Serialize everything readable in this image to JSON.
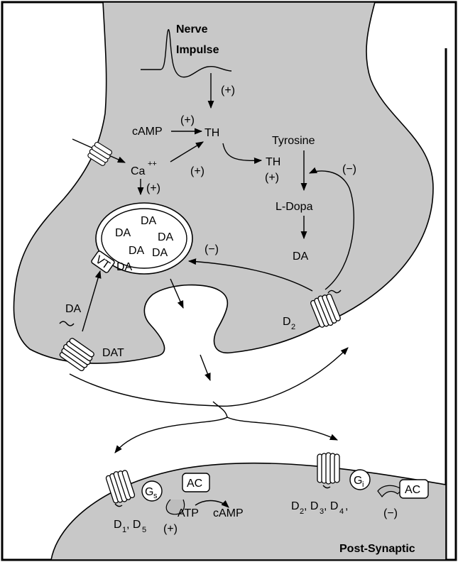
{
  "presynaptic": {
    "impulse_label_line1": "Nerve",
    "impulse_label_line2": "Impulse",
    "camp": "cAMP",
    "th_enzyme": "TH",
    "calcium": "Ca",
    "calcium_charge": "++",
    "tyrosine": "Tyrosine",
    "th_step": "TH",
    "l_dopa": "L-Dopa",
    "da_product": "DA",
    "vesicle_contents": [
      "DA",
      "DA",
      "DA",
      "DA",
      "DA",
      "DA"
    ],
    "vmat": "VT",
    "da_reuptake": "DA",
    "dat": "DAT",
    "autoreceptor": "D",
    "autoreceptor_subscript": "2",
    "signs": {
      "impulse_to_th": "(+)",
      "camp_to_th": "(+)",
      "ca_to_th": "(+)",
      "ca_to_vesicle": "(+)",
      "th_step": "(+)",
      "d2_feedback_th": "(−)",
      "d2_feedback_release": "(−)"
    }
  },
  "postsynaptic": {
    "label": "Post-Synaptic",
    "d1_group": {
      "text_a": "D",
      "sub_a": "1",
      "text_b": ", D",
      "sub_b": "5",
      "g_protein": "G",
      "g_sub": "s",
      "enzyme": "AC",
      "substrate": "ATP",
      "product": "cAMP",
      "sign": "(+)"
    },
    "d2_group": {
      "text_a": "D",
      "sub_a": "2",
      "text_b": ", D",
      "sub_b": "3",
      "text_c": ", D",
      "sub_c": "4",
      "trailing": ",",
      "g_protein": "G",
      "g_sub": "i",
      "enzyme": "AC",
      "sign": "(−)"
    }
  },
  "colors": {
    "membrane_fill": "#c8c8c8",
    "outline": "#000000",
    "background": "#ffffff"
  }
}
